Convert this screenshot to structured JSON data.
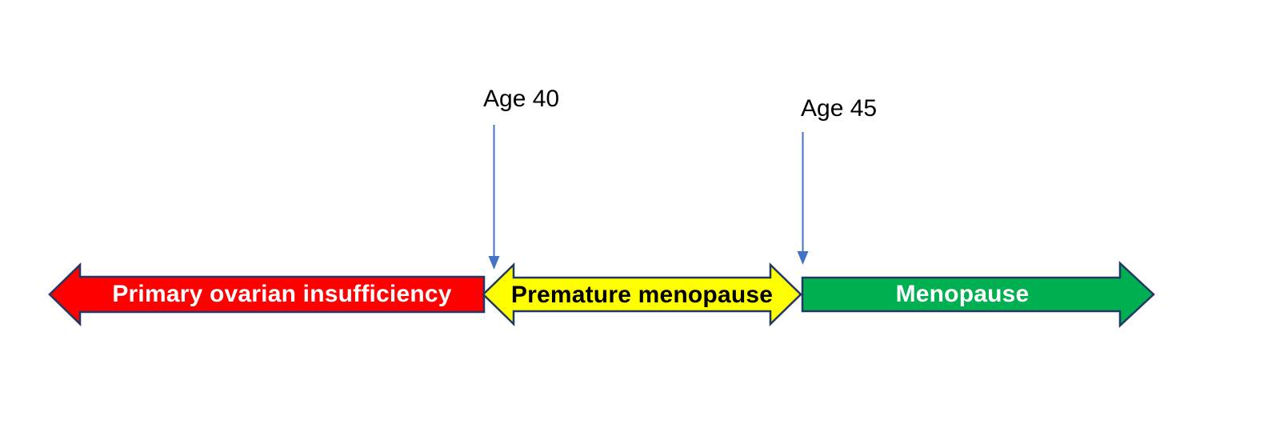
{
  "stages": [
    {
      "label": "Primary ovarian insufficiency",
      "color": "#FF0000",
      "text_color": "#FFFFFF",
      "direction": "left"
    },
    {
      "label": "Premature menopause",
      "color": "#FFFF00",
      "text_color": "#000000",
      "direction": "both"
    },
    {
      "label": "Menopause",
      "color": "#00B050",
      "text_color": "#FFFFFF",
      "direction": "right"
    }
  ],
  "annotations": {
    "age40": "Age 40",
    "age45": "Age 45"
  },
  "colors": {
    "outline": "#1F3864",
    "connector": "#4472C4",
    "background": "#FFFFFF"
  }
}
